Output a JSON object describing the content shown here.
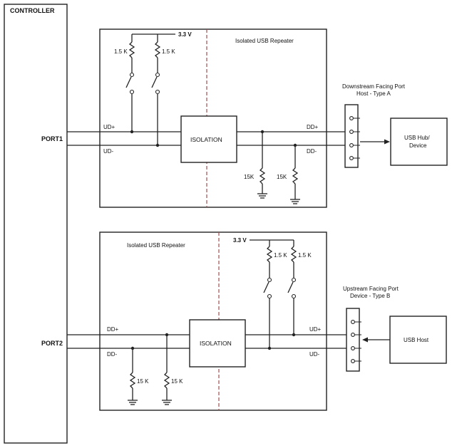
{
  "controller": {
    "label": "CONTROLLER"
  },
  "ports": {
    "port1": "PORT1",
    "port2": "PORT2"
  },
  "repeater_top": {
    "title": "Isolated USB Repeater",
    "supply": "3.3 V",
    "pullup_left": "1.5 K",
    "pullup_right": "1.5 K",
    "ud_plus": "UD+",
    "ud_minus": "UD-",
    "isolation": "ISOLATION",
    "dd_plus": "DD+",
    "dd_minus": "DD-",
    "pulldown_left": "15K",
    "pulldown_right": "15K"
  },
  "repeater_bottom": {
    "title": "Isolated USB Repeater",
    "supply": "3.3 V",
    "pullup_left": "1.5 K",
    "pullup_right": "1.5 K",
    "dd_plus": "DD+",
    "dd_minus": "DD-",
    "isolation": "ISOLATION",
    "ud_plus": "UD+",
    "ud_minus": "UD-",
    "pulldown_left": "15 K",
    "pulldown_right": "15 K"
  },
  "downstream_port": {
    "line1": "Downstream Facing Port",
    "line2": "Host - Type A"
  },
  "upstream_port": {
    "line1": "Upstream Facing Port",
    "line2": "Device - Type B"
  },
  "usb_hub": {
    "line1": "USB Hub/",
    "line2": "Device"
  },
  "usb_host": {
    "label": "USB Host"
  }
}
